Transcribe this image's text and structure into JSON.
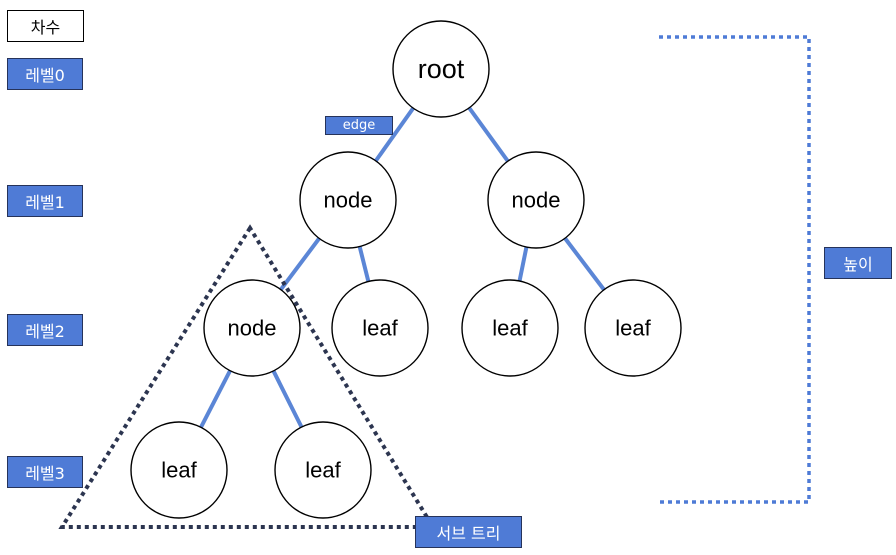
{
  "labels": {
    "degree": "차수",
    "level0": "레벨0",
    "level1": "레벨1",
    "level2": "레벨2",
    "level3": "레벨3",
    "edge": "edge",
    "height": "높이",
    "subtree": "서브 트리"
  },
  "nodes": {
    "root": "root",
    "node_left": "node",
    "node_right": "node",
    "node_sub": "node",
    "leaf_l1": "leaf",
    "leaf_r1": "leaf",
    "leaf_r2": "leaf",
    "leaf_s1": "leaf",
    "leaf_s2": "leaf"
  },
  "colors": {
    "edge_line": "#5b86d6",
    "label_fill": "#4f7bd6",
    "label_border": "#26335a",
    "subtree_outline": "#2c3550",
    "height_bracket": "#4f7bd6"
  }
}
